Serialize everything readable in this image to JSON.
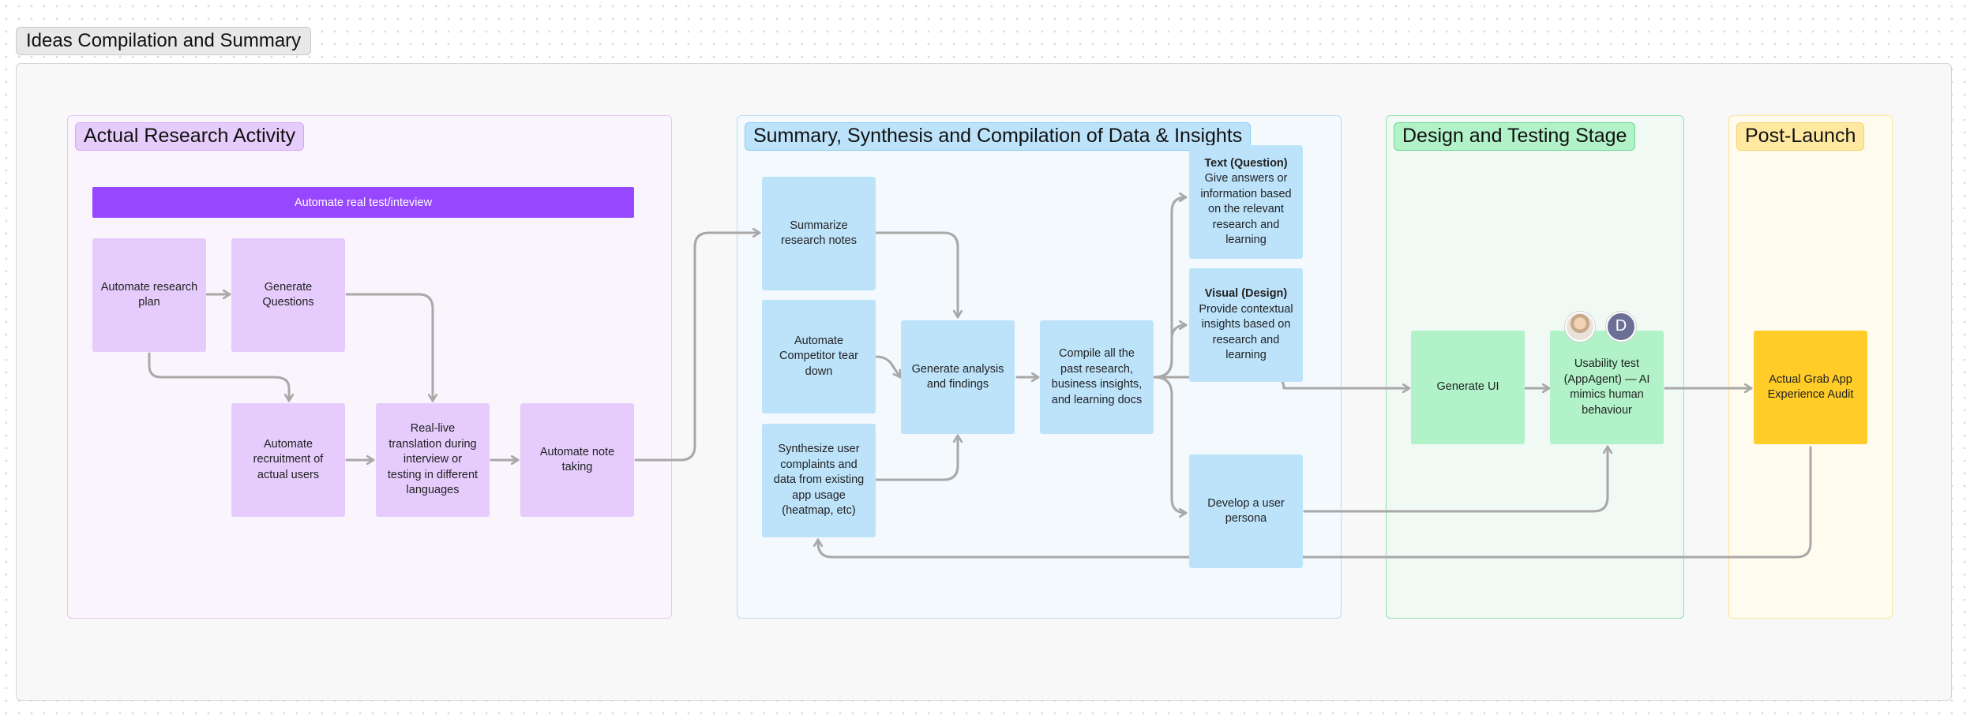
{
  "board": {
    "title": "Ideas Compilation and Summary"
  },
  "sections": {
    "research": {
      "label": "Actual Research Activity"
    },
    "synthesis": {
      "label": "Summary, Synthesis and Compilation of Data & Insights"
    },
    "design": {
      "label": "Design and Testing Stage"
    },
    "postlaunch": {
      "label": "Post-Launch"
    }
  },
  "research": {
    "banner": "Automate real test/inteview",
    "cards": {
      "research_plan": "Automate research\nplan",
      "generate_questions": "Generate\nQuestions",
      "recruitment": "Automate\nrecruitment of\nactual users",
      "translation": "Real-live\ntranslation during\ninterview or\ntesting in different\nlanguages",
      "note_taking": "Automate note\ntaking"
    }
  },
  "synthesis": {
    "cards": {
      "summarize_notes": "Summarize\nresearch notes",
      "competitor_teardown": "Automate\nCompetitor tear\ndown",
      "synthesize_complaints": "Synthesize user\ncomplaints and\ndata from existing\napp usage\n(heatmap, etc)",
      "analysis_findings": "Generate analysis\nand findings",
      "compile_docs": "Compile all the\npast research,\nbusiness insights,\nand learning docs",
      "text_question_title": "Text (Question)",
      "text_question_body": "Give answers or\ninformation based\non the relevant\nresearch and\nlearning",
      "visual_design_title": "Visual (Design)",
      "visual_design_body": "Provide contextual\ninsights based on\nresearch and\nlearning",
      "user_persona": "Develop a user\npersona"
    }
  },
  "design": {
    "cards": {
      "generate_ui": "Generate UI",
      "usability_test": "Usability test\n(AppAgent) — AI\nmimics human\nbehaviour"
    },
    "avatar_initial": "D"
  },
  "postlaunch": {
    "cards": {
      "audit": "Actual Grab App\nExperience Audit"
    }
  },
  "colors": {
    "research_bg": "#faf5fc",
    "research_border": "#e4c6f5",
    "research_card": "#e5ccfc",
    "banner": "#9747ff",
    "synthesis_bg": "#f3f9fd",
    "synthesis_border": "#b8dcf4",
    "synthesis_card": "#bde3fb",
    "design_bg": "#f1f9f4",
    "design_border": "#8fe0ac",
    "design_card": "#b1f2c8",
    "postlaunch_bg": "#fffcef",
    "postlaunch_border": "#fde59a",
    "postlaunch_card": "#ffcc28",
    "connector": "#a8a8a8"
  }
}
